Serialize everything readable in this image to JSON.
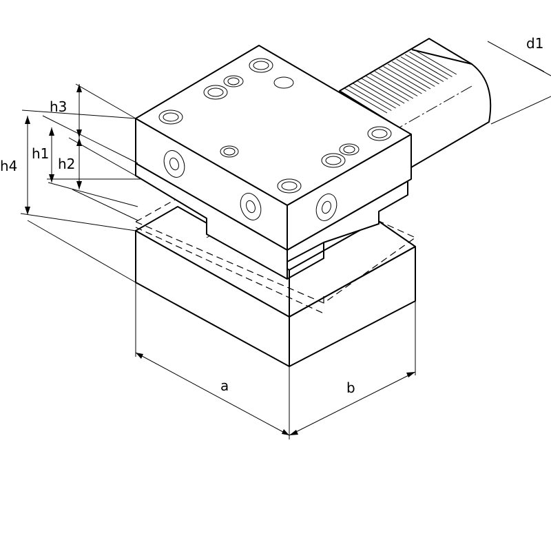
{
  "drawing": {
    "labels": {
      "h1": "h1",
      "h2": "h2",
      "h3": "h3",
      "h4": "h4",
      "d1": "d1",
      "a": "a",
      "b": "b"
    },
    "line_color": "#000000",
    "background": "#ffffff"
  }
}
